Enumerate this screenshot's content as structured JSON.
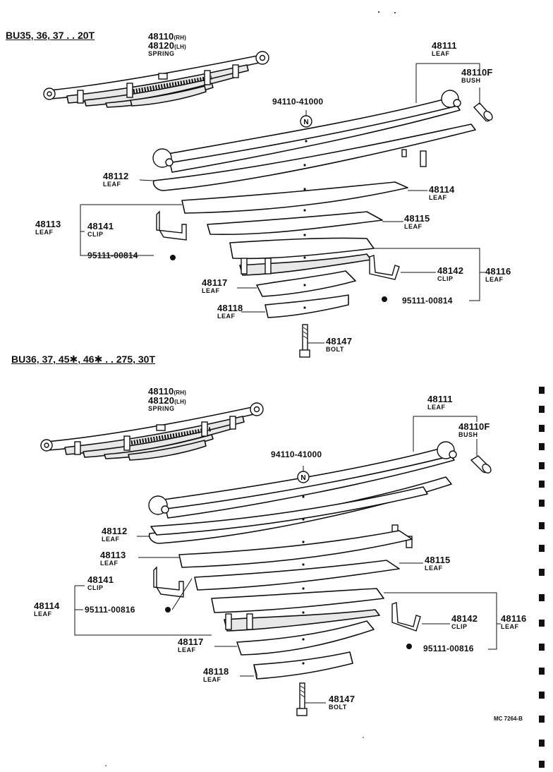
{
  "diagram_code": "MC 7264-B",
  "sections": [
    {
      "title": "BU35, 36, 37 . . 20T",
      "spring_part_rh": "48110",
      "spring_rh_suffix": "(RH)",
      "spring_part_lh": "48120",
      "spring_lh_suffix": "(LH)",
      "spring_name": "SPRING",
      "labels": {
        "n48111": {
          "part": "48111",
          "name": "LEAF"
        },
        "n48110f": {
          "part": "48110F",
          "name": "BUSH"
        },
        "n94110": {
          "part": "94110-41000"
        },
        "n48112": {
          "part": "48112",
          "name": "LEAF"
        },
        "n48114": {
          "part": "48114",
          "name": "LEAF"
        },
        "n48113": {
          "part": "48113",
          "name": "LEAF"
        },
        "n48141": {
          "part": "48141",
          "name": "CLIP"
        },
        "n48115": {
          "part": "48115",
          "name": "LEAF"
        },
        "n95111a": {
          "part": "95111-00814"
        },
        "n48142": {
          "part": "48142",
          "name": "CLIP"
        },
        "n48116": {
          "part": "48116",
          "name": "LEAF"
        },
        "n48117": {
          "part": "48117",
          "name": "LEAF"
        },
        "n95111b": {
          "part": "95111-00814"
        },
        "n48118": {
          "part": "48118",
          "name": "LEAF"
        },
        "n48147": {
          "part": "48147",
          "name": "BOLT"
        }
      }
    },
    {
      "title": "BU36, 37, 45✱, 46✱ . . 275, 30T",
      "spring_part_rh": "48110",
      "spring_rh_suffix": "(RH)",
      "spring_part_lh": "48120",
      "spring_lh_suffix": "(LH)",
      "spring_name": "SPRING",
      "labels": {
        "n48111": {
          "part": "48111",
          "name": "LEAF"
        },
        "n48110f": {
          "part": "48110F",
          "name": "BUSH"
        },
        "n94110": {
          "part": "94110-41000"
        },
        "n48112": {
          "part": "48112",
          "name": "LEAF"
        },
        "n48113": {
          "part": "48113",
          "name": "LEAF"
        },
        "n48115": {
          "part": "48115",
          "name": "LEAF"
        },
        "n48141": {
          "part": "48141",
          "name": "CLIP"
        },
        "n48114": {
          "part": "48114",
          "name": "LEAF"
        },
        "n95111a": {
          "part": "95111-00816"
        },
        "n48142": {
          "part": "48142",
          "name": "CLIP"
        },
        "n48116": {
          "part": "48116",
          "name": "LEAF"
        },
        "n48117": {
          "part": "48117",
          "name": "LEAF"
        },
        "n95111b": {
          "part": "95111-00816"
        },
        "n48118": {
          "part": "48118",
          "name": "LEAF"
        },
        "n48147": {
          "part": "48147",
          "name": "BOLT"
        }
      }
    }
  ]
}
